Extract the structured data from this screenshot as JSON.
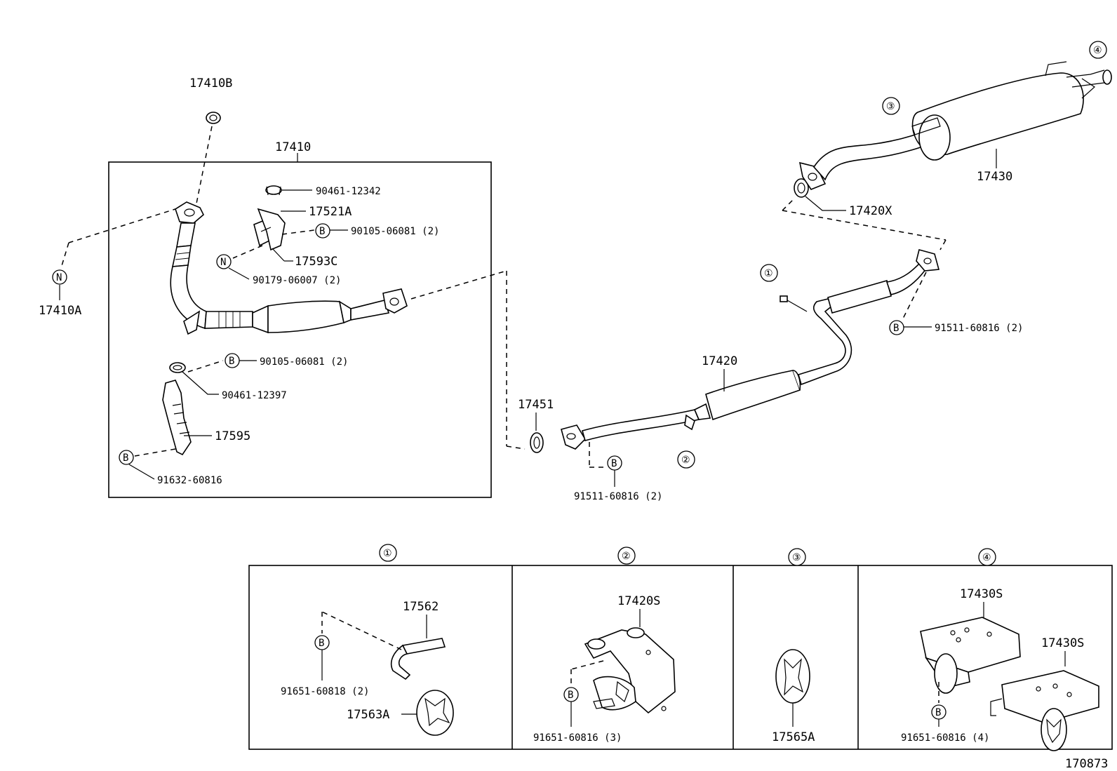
{
  "callout_markers": {
    "b": "B",
    "n": "N"
  },
  "section_numbers": [
    "①",
    "②",
    "③",
    "④"
  ],
  "parts": {
    "p17410B": "17410B",
    "p17410": "17410",
    "p17410A": "17410A",
    "p90461_12342": "90461-12342",
    "p17521A": "17521A",
    "p90105_06081_a": "90105-06081 (2)",
    "p17593C": "17593C",
    "p90179_06007": "90179-06007 (2)",
    "p90105_06081_b": "90105-06081 (2)",
    "p90461_12397": "90461-12397",
    "p17595": "17595",
    "p91632_60816": "91632-60816",
    "p17451": "17451",
    "p91511_60816_a": "91511-60816 (2)",
    "p17420": "17420",
    "p91511_60816_b": "91511-60816 (2)",
    "p17420X": "17420X",
    "p17430": "17430",
    "p17562": "17562",
    "p91651_60818": "91651-60818 (2)",
    "p17563A": "17563A",
    "p17420S": "17420S",
    "p91651_60816_3": "91651-60816 (3)",
    "p17565A": "17565A",
    "p17430S_a": "17430S",
    "p17430S_b": "17430S",
    "p91651_60816_4": "91651-60816 (4)"
  },
  "figure_number": "170873"
}
